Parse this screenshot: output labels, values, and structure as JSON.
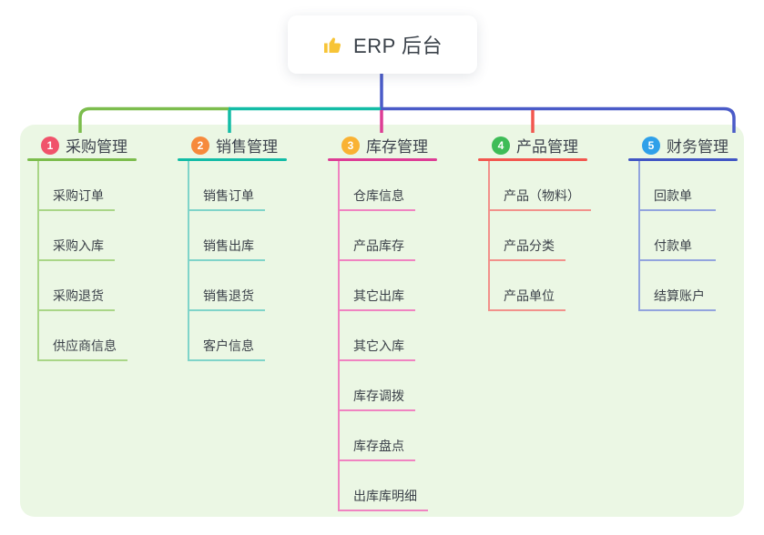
{
  "root": {
    "label": "ERP 后台",
    "icon": "thumbs-up-icon",
    "icon_color": "#F7C437"
  },
  "panel": {
    "bg_color": "#EBF7E4"
  },
  "connectors": {
    "root_color": "#4A5BC8"
  },
  "branches": [
    {
      "num": "1",
      "title": "采购管理",
      "badge_color": "#F0536B",
      "line_color": "#7CBD4D",
      "child_line_color": "#A9D687",
      "children": [
        "采购订单",
        "采购入库",
        "采购退货",
        "供应商信息"
      ]
    },
    {
      "num": "2",
      "title": "销售管理",
      "badge_color": "#F68A3C",
      "line_color": "#13BCA6",
      "child_line_color": "#7FD4C9",
      "children": [
        "销售订单",
        "销售出库",
        "销售退货",
        "客户信息"
      ]
    },
    {
      "num": "3",
      "title": "库存管理",
      "badge_color": "#F9B233",
      "line_color": "#DD3D95",
      "child_line_color": "#F083C1",
      "children": [
        "仓库信息",
        "产品库存",
        "其它出库",
        "其它入库",
        "库存调拨",
        "库存盘点",
        "出库库明细"
      ]
    },
    {
      "num": "4",
      "title": "产品管理",
      "badge_color": "#3EBC57",
      "line_color": "#F2574F",
      "child_line_color": "#F2918B",
      "children": [
        "产品（物料）",
        "产品分类",
        "产品单位"
      ]
    },
    {
      "num": "5",
      "title": "财务管理",
      "badge_color": "#2FA0E9",
      "line_color": "#4156C4",
      "child_line_color": "#92A4DE",
      "children": [
        "回款单",
        "付款单",
        "结算账户"
      ]
    }
  ]
}
